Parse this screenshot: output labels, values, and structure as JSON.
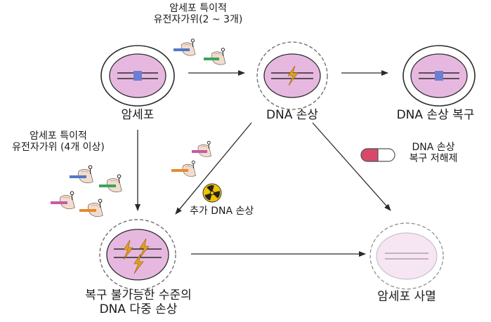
{
  "colors": {
    "cell_fill": "#e7b8df",
    "cell_stroke": "#2a2a2a",
    "dna_band": "#6b7fd0",
    "lightning": "#e0a21c",
    "inhibitor_pink": "#d9476b",
    "radiation_yellow": "#f2c200",
    "dead_cell_fill": "#f6e5f2",
    "gene_blue": "#4f79c7",
    "gene_green": "#3aa55a",
    "gene_pink": "#c75aa3",
    "gene_orange": "#e58c2c"
  },
  "icons": {
    "gene_scissor": "gene-scissor-icon",
    "radiation": "radiation-icon",
    "inhibitor_capsule": "capsule-icon",
    "dna_break": "lightning-icon"
  },
  "labels": {
    "top_genes_line1": "암세포 특이적",
    "top_genes_line2": "유전자가위(2 ~ 3개)",
    "cancer_cell": "암세포",
    "dna_damage": "DNA 손상",
    "dna_repair": "DNA 손상 복구",
    "left_genes_line1": "암세포 특이적",
    "left_genes_line2": "유전자가위 (4개 이상)",
    "inhibitor_line1": "DNA 손상",
    "inhibitor_line2": "복구 저해제",
    "extra_damage": "추가 DNA 손상",
    "irreparable_line1": "복구 불가능한 수준의",
    "irreparable_line2": "DNA 다중 손상",
    "cell_death": "암세포 사멸"
  }
}
